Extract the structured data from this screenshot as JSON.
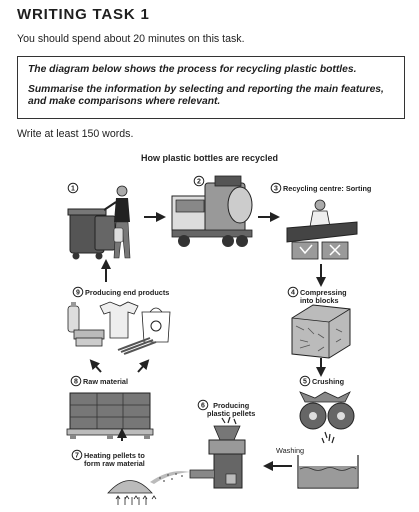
{
  "task": {
    "heading": "WRITING TASK 1",
    "instruction": "You should spend about 20 minutes on this task.",
    "prompt_line1": "The diagram below shows the process for recycling plastic bottles.",
    "prompt_line2": "Summarise the information by selecting and reporting the main features, and make comparisons where relevant.",
    "word_requirement": "Write at least 150 words."
  },
  "diagram": {
    "title": "How plastic bottles are recycled",
    "stages": [
      {
        "number": "1",
        "label": ""
      },
      {
        "number": "2",
        "label": ""
      },
      {
        "number": "3",
        "label": "Recycling centre: Sorting"
      },
      {
        "number": "4",
        "label_line1": "Compressing",
        "label_line2": "into blocks"
      },
      {
        "number": "5",
        "label": "Crushing"
      },
      {
        "number": "6",
        "label_line1": "Producing",
        "label_line2": "plastic pellets"
      },
      {
        "number": "7",
        "label_line1": "Heating pellets to",
        "label_line2": "form raw material"
      },
      {
        "number": "8",
        "label": "Raw material"
      },
      {
        "number": "9",
        "label": "Producing end products"
      }
    ],
    "washing_label": "Washing"
  },
  "colors": {
    "ink": "#222222",
    "fill_dark": "#555555",
    "fill_mid": "#8a8a8a",
    "fill_light": "#c8c8c8"
  }
}
